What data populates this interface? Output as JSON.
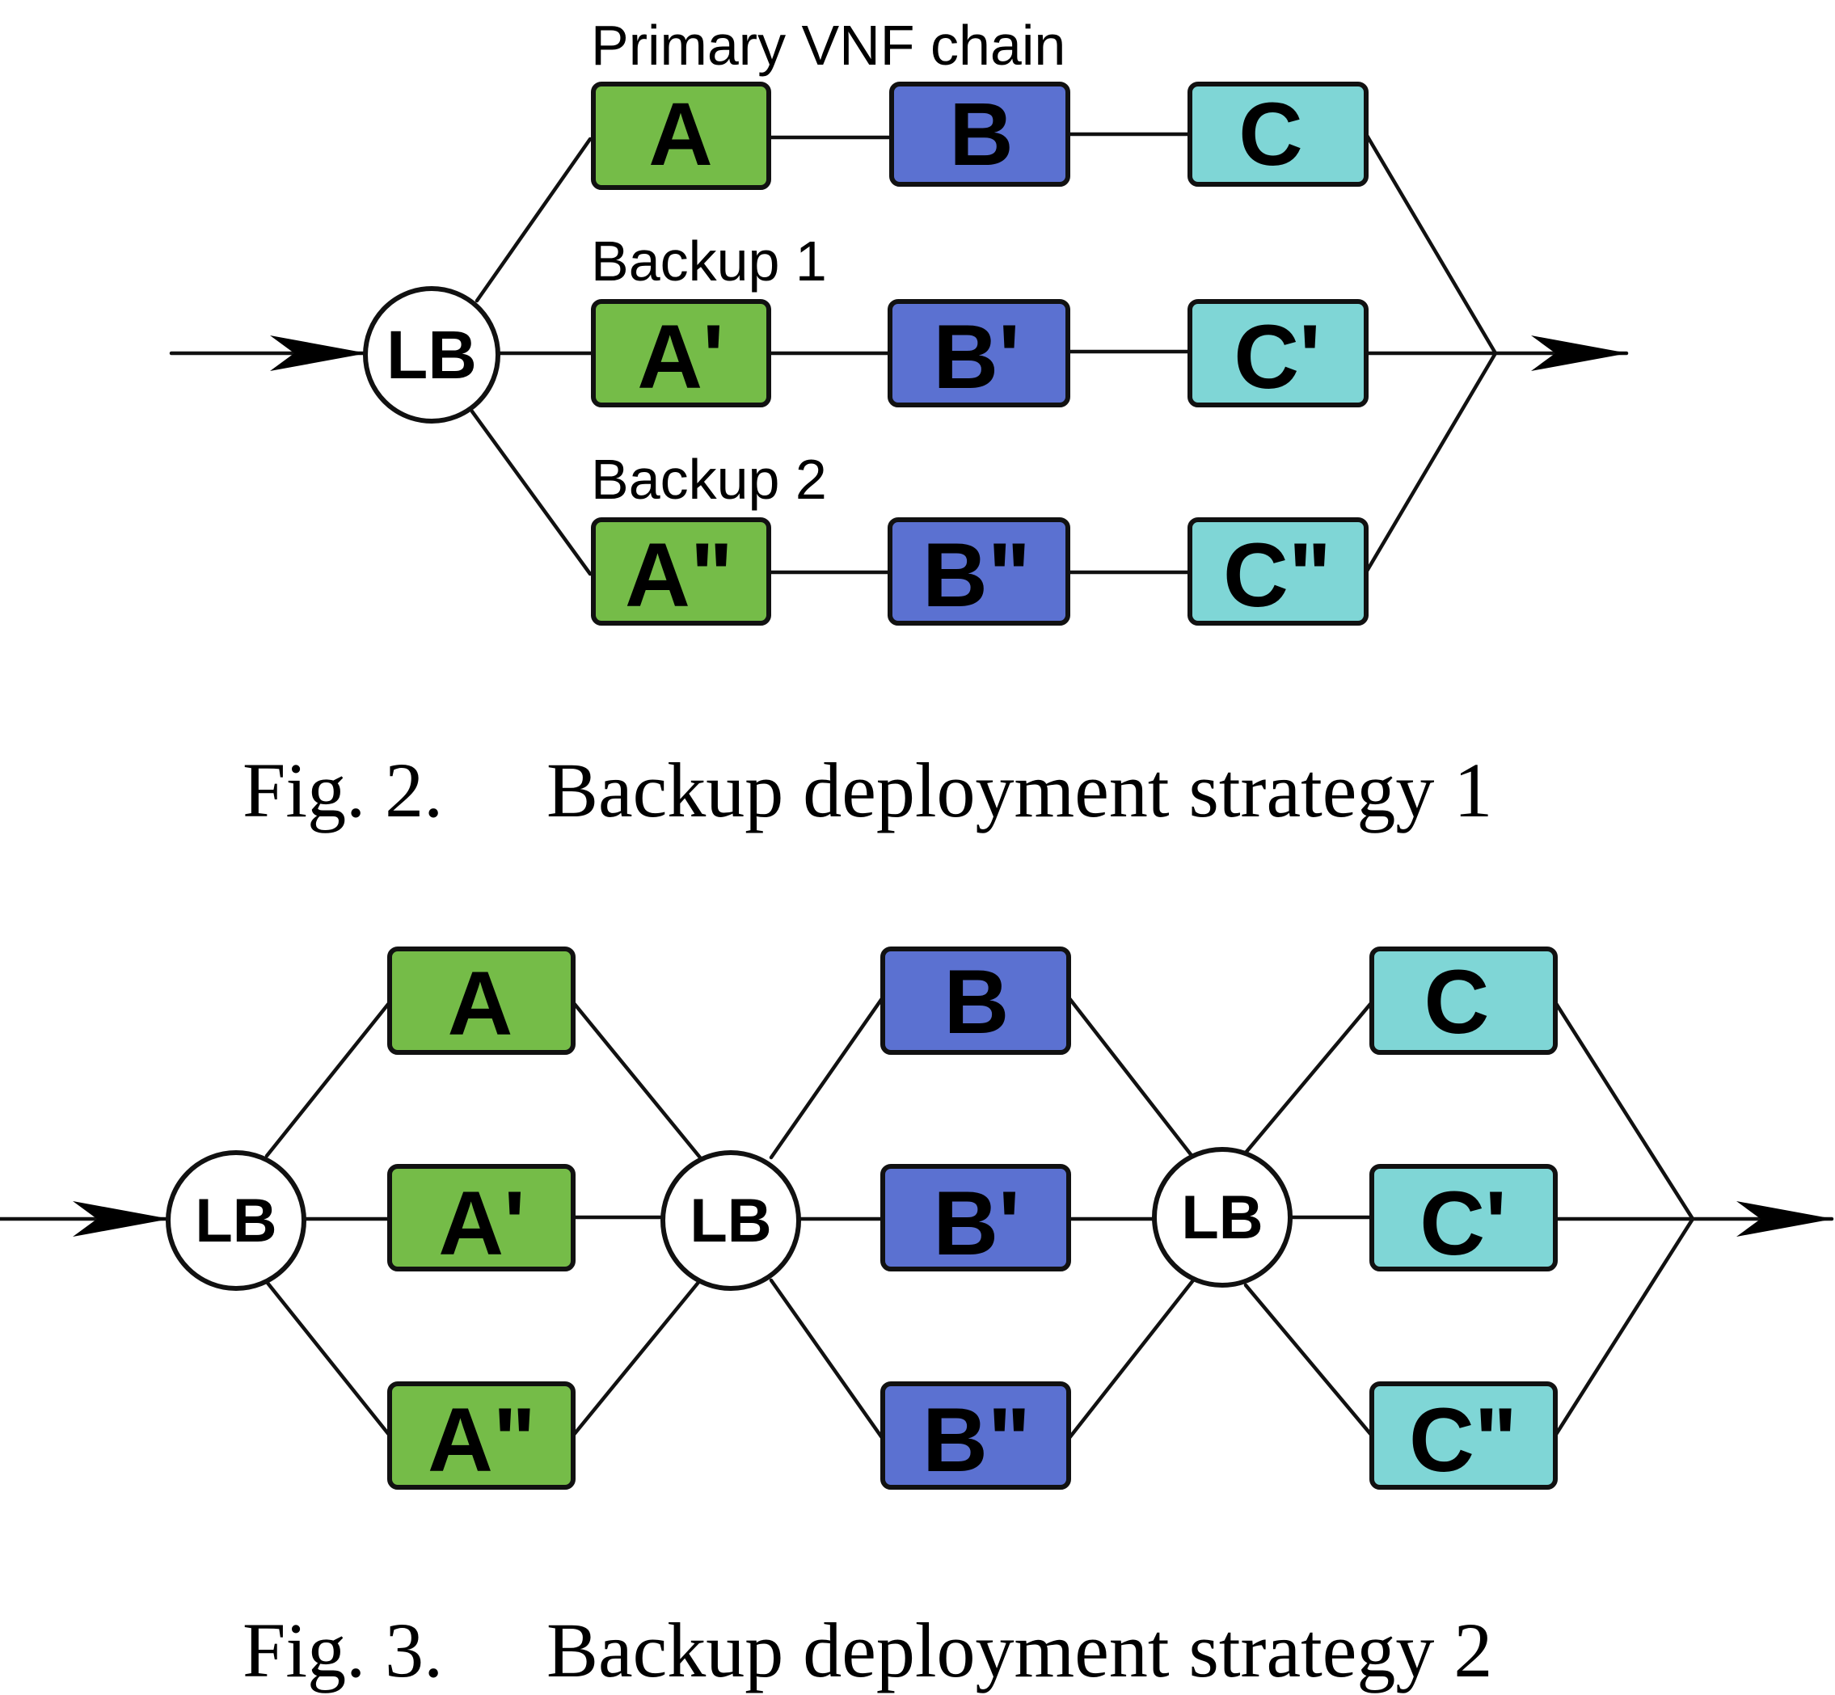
{
  "colors": {
    "vnf_a": "#75bc48",
    "vnf_b": "#5b71d1",
    "vnf_c": "#7fd6d6",
    "stroke": "#111111"
  },
  "figure2": {
    "load_balancer": "LB",
    "primary_label": "Primary VNF chain",
    "backup1_label": "Backup 1",
    "backup2_label": "Backup 2",
    "boxes": {
      "a": "A",
      "b": "B",
      "c": "C",
      "a1": "A'",
      "b1": "B'",
      "c1": "C'",
      "a2": "A\"",
      "b2": "B\"",
      "c2": "C\""
    },
    "caption_number": "Fig. 2.",
    "caption_text": "Backup deployment strategy 1"
  },
  "figure3": {
    "load_balancers": [
      "LB",
      "LB",
      "LB"
    ],
    "boxes": {
      "a": "A",
      "a1": "A'",
      "a2": "A\"",
      "b": "B",
      "b1": "B'",
      "b2": "B\"",
      "c": "C",
      "c1": "C'",
      "c2": "C\""
    },
    "caption_number": "Fig. 3.",
    "caption_text": "Backup deployment strategy 2"
  }
}
